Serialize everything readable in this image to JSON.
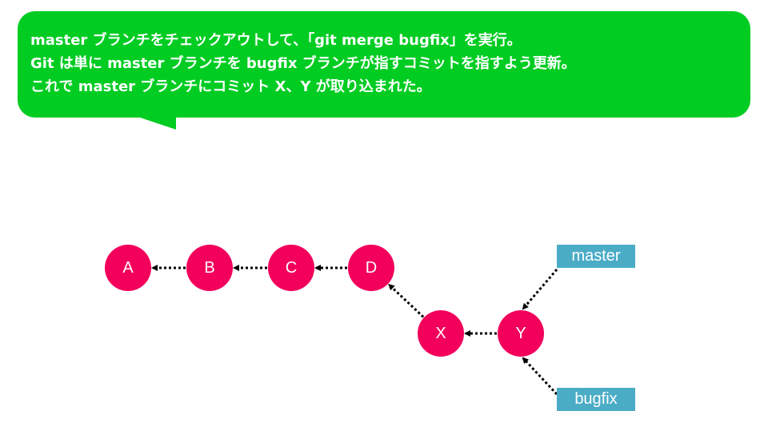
{
  "colors": {
    "bubble": "#00cc22",
    "commit": "#f2005c",
    "ref": "#4bacc6",
    "arrow": "#000000"
  },
  "bubble": {
    "lines": [
      "master ブランチをチェックアウトして、「git merge bugfix」を実行。",
      "Git は単に master ブランチを bugfix ブランチが指すコミットを指すよう更新。",
      "これで master ブランチにコミット X、Y が取り込まれた。"
    ]
  },
  "commits": [
    {
      "id": "A",
      "label": "A"
    },
    {
      "id": "B",
      "label": "B"
    },
    {
      "id": "C",
      "label": "C"
    },
    {
      "id": "D",
      "label": "D"
    },
    {
      "id": "X",
      "label": "X"
    },
    {
      "id": "Y",
      "label": "Y"
    }
  ],
  "parents": [
    {
      "from": "B",
      "to": "A"
    },
    {
      "from": "C",
      "to": "B"
    },
    {
      "from": "D",
      "to": "C"
    },
    {
      "from": "X",
      "to": "D"
    },
    {
      "from": "Y",
      "to": "X"
    }
  ],
  "refs": [
    {
      "id": "master",
      "label": "master",
      "points_to": "Y"
    },
    {
      "id": "bugfix",
      "label": "bugfix",
      "points_to": "Y"
    }
  ]
}
